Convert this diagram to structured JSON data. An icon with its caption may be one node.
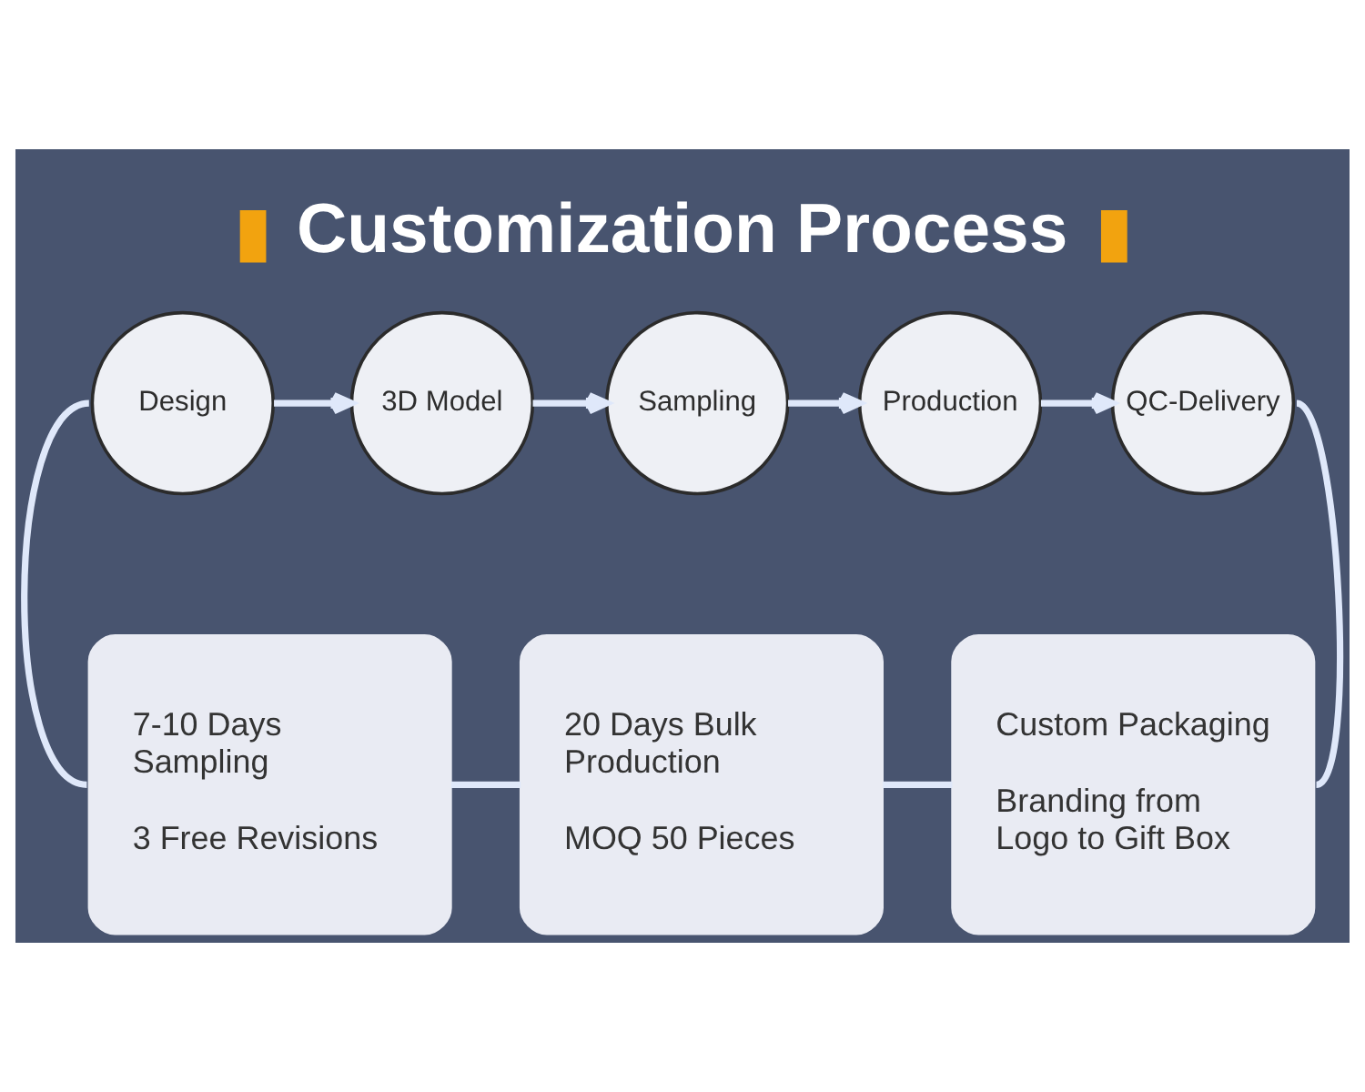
{
  "diagram": {
    "title": "Customization Process",
    "nodes": [
      {
        "text": [
          "Design"
        ]
      },
      {
        "text": [
          "3D Model"
        ]
      },
      {
        "text": [
          "Sampling"
        ]
      },
      {
        "text": [
          "Production"
        ]
      },
      {
        "text": [
          "QC-Delivery"
        ]
      },
      {
        "text": [
          "7-10 Days Sampling",
          "3 Free Revisions"
        ]
      },
      {
        "text": [
          "20 Days Bulk Production",
          "MOQ 50 Pieces"
        ]
      },
      {
        "text": [
          "Custom Packaging",
          "Branding from Logo to Gift Box"
        ]
      }
    ],
    "edges": [
      {
        "from": 0,
        "to": 1,
        "arrow": "to"
      },
      {
        "from": 1,
        "to": 2,
        "arrow": "to"
      },
      {
        "from": 2,
        "to": 3,
        "arrow": "to"
      },
      {
        "from": 3,
        "to": 4,
        "arrow": "to"
      },
      {
        "from": 4,
        "to": 7,
        "arrow": "none"
      },
      {
        "from": 0,
        "to": 5,
        "arrow": "none"
      },
      {
        "from": 5,
        "to": 6,
        "arrow": "none"
      },
      {
        "from": 6,
        "to": 7,
        "arrow": "none"
      }
    ]
  }
}
